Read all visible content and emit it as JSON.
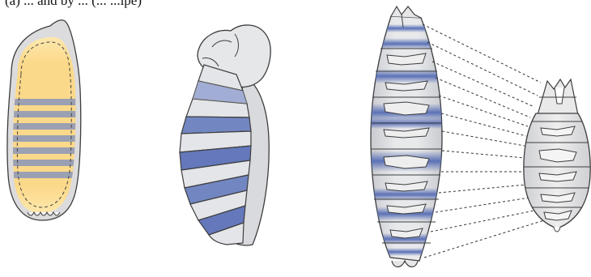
{
  "caption": "(a)  ...  and by ...  (...  ...ipe)",
  "panels": [
    {
      "id": "early-embryo",
      "stripes": 7,
      "stripe_color": "#8290b8",
      "fill_color": "#fbd98a"
    },
    {
      "id": "germband-embryo",
      "segments": 11,
      "stripe_color": "#5b72b8"
    },
    {
      "id": "larva",
      "segments": 14,
      "stripe_color": "#5a6fb5"
    },
    {
      "id": "adult",
      "segments": 8,
      "connector_lines": 13
    }
  ],
  "colors": {
    "outline": "#3d3d3d",
    "body_gray": "#d8d9dc",
    "light_gray": "#eeeeee",
    "blue_band": "#5b71b6",
    "yellow": "#fbd98a"
  }
}
